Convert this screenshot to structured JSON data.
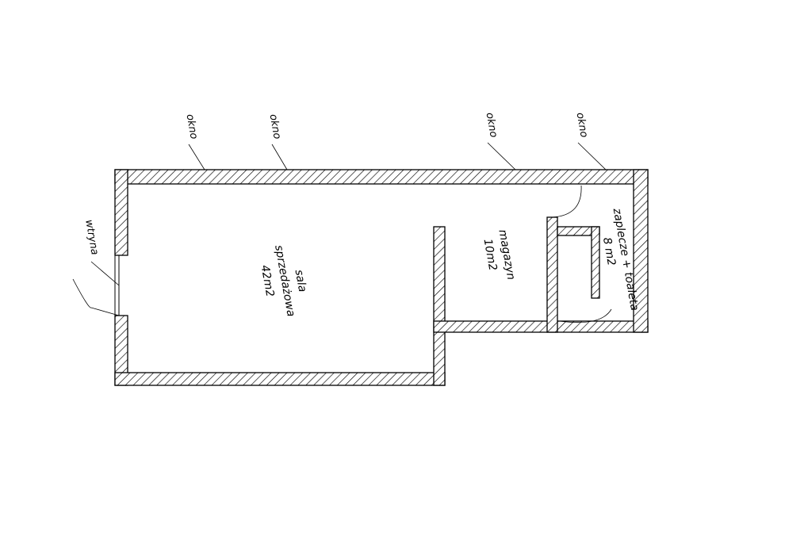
{
  "window_labels": [
    "okno",
    "okno",
    "okno",
    "okno"
  ],
  "storefront_label": "wtryna",
  "rooms": {
    "sales_hall": {
      "name_line1": "sala",
      "name_line2": "sprzedażowa",
      "area": "42m2"
    },
    "storage": {
      "name": "magazyn",
      "area": "10m2"
    },
    "back_room": {
      "name": "zaplecze + toaleta",
      "area": "8 m2"
    }
  }
}
